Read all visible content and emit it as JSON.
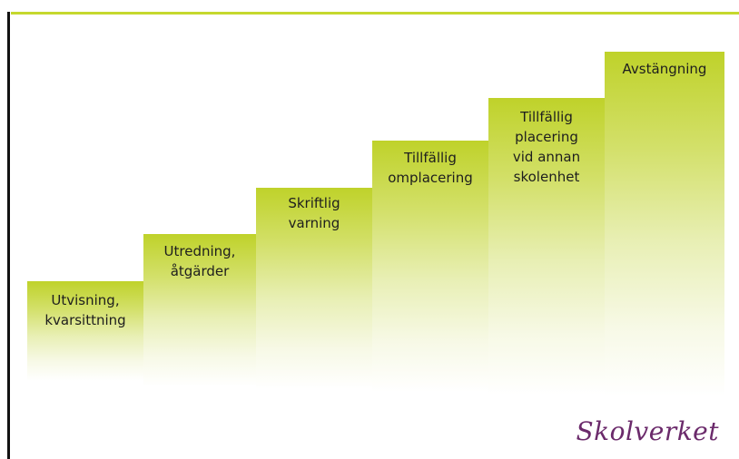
{
  "diagram": {
    "accent_color": "#c5d82e",
    "steps": [
      {
        "label": "Utvisning,\nkvarsittning"
      },
      {
        "label": "Utredning,\nåtgärder"
      },
      {
        "label": "Skriftlig\nvarning"
      },
      {
        "label": "Tillfällig\nomplacering"
      },
      {
        "label": "Tillfällig\nplacering\nvid annan\nskolenhet"
      },
      {
        "label": "Avstängning"
      }
    ]
  },
  "logo": {
    "text": "Skolverket",
    "color": "#6b2a6b"
  }
}
